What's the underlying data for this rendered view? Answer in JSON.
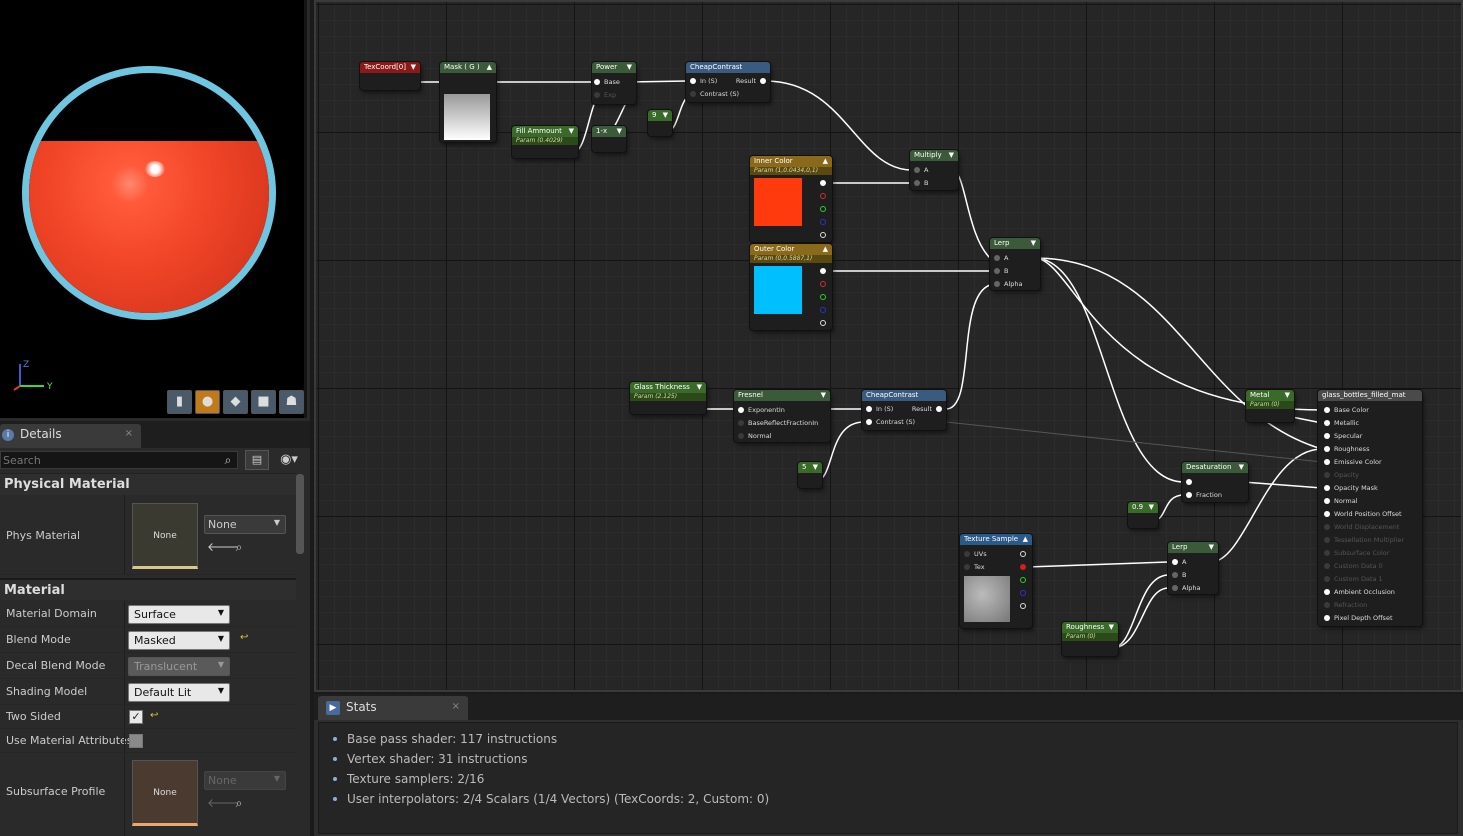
{
  "viewport": {
    "axis_labels": {
      "z": "Z",
      "y": "Y"
    },
    "buttons": [
      {
        "name": "cylinder-preview-button",
        "icon": "cylinder-icon",
        "glyph": "▮"
      },
      {
        "name": "sphere-preview-button",
        "icon": "sphere-icon",
        "glyph": "●"
      },
      {
        "name": "plane-preview-button",
        "icon": "plane-icon",
        "glyph": "◆"
      },
      {
        "name": "cube-preview-button",
        "icon": "cube-icon",
        "glyph": "■"
      },
      {
        "name": "teapot-preview-button",
        "icon": "teapot-icon",
        "glyph": "☗"
      }
    ]
  },
  "details": {
    "tab_label": "Details",
    "tab_close": "×",
    "search_placeholder": "Search",
    "sections": {
      "physical_material": {
        "title": "Physical Material",
        "phys_material_label": "Phys Material",
        "thumb_label": "None",
        "value": "None"
      },
      "material": {
        "title": "Material",
        "material_domain": {
          "label": "Material Domain",
          "value": "Surface"
        },
        "blend_mode": {
          "label": "Blend Mode",
          "value": "Masked"
        },
        "decal_blend_mode": {
          "label": "Decal Blend Mode",
          "value": "Translucent"
        },
        "shading_model": {
          "label": "Shading Model",
          "value": "Default Lit"
        },
        "two_sided": {
          "label": "Two Sided",
          "checked": true,
          "mark": "✓"
        },
        "use_material_attributes": {
          "label": "Use Material Attributes",
          "checked": false
        },
        "subsurface_profile": {
          "label": "Subsurface Profile",
          "thumb_label": "None",
          "value": "None"
        }
      }
    }
  },
  "graph": {
    "nodes": {
      "texcoord": {
        "title": "TexCoord[0]"
      },
      "mask": {
        "title": "Mask ( G )"
      },
      "power": {
        "title": "Power",
        "pins": [
          "Base",
          "Exp"
        ]
      },
      "cheapcontrast1": {
        "title": "CheapContrast",
        "pins": [
          "In (S)",
          "Contrast (S)"
        ],
        "out": "Result"
      },
      "fill_ammount": {
        "title": "Fill Ammount",
        "sub": "Param (0.4029)"
      },
      "one_minus": {
        "title": "1-x"
      },
      "const9": {
        "title": "9"
      },
      "inner_color": {
        "title": "Inner Color",
        "sub": "Param (1,0.0434,0,1)",
        "swatch": "#ff3a0c"
      },
      "outer_color": {
        "title": "Outer Color",
        "sub": "Param (0,0.5887,1)",
        "swatch": "#00bfff"
      },
      "multiply": {
        "title": "Multiply",
        "pins": [
          "A",
          "B"
        ]
      },
      "lerp1": {
        "title": "Lerp",
        "pins": [
          "A",
          "B",
          "Alpha"
        ]
      },
      "glass_thickness": {
        "title": "Glass Thickness",
        "sub": "Param (2.125)"
      },
      "fresnel": {
        "title": "Fresnel",
        "pins": [
          "ExponentIn",
          "BaseReflectFractionIn",
          "Normal"
        ]
      },
      "cheapcontrast2": {
        "title": "CheapContrast",
        "pins": [
          "In (S)",
          "Contrast (S)"
        ],
        "out": "Result"
      },
      "const5": {
        "title": "5"
      },
      "metal": {
        "title": "Metal",
        "sub": "Param (0)"
      },
      "desaturation": {
        "title": "Desaturation",
        "pins": [
          "",
          "Fraction"
        ]
      },
      "const09": {
        "title": "0.9"
      },
      "texture_sample": {
        "title": "Texture Sample",
        "pins": [
          "UVs",
          "Tex"
        ]
      },
      "lerp2": {
        "title": "Lerp",
        "pins": [
          "A",
          "B",
          "Alpha"
        ]
      },
      "roughness": {
        "title": "Roughness",
        "sub": "Param (0)"
      },
      "result": {
        "title": "glass_bottles_filled_mat",
        "pins": [
          {
            "label": "Base Color",
            "active": true
          },
          {
            "label": "Metallic",
            "active": true
          },
          {
            "label": "Specular",
            "active": true
          },
          {
            "label": "Roughness",
            "active": true
          },
          {
            "label": "Emissive Color",
            "active": true
          },
          {
            "label": "Opacity",
            "active": false
          },
          {
            "label": "Opacity Mask",
            "active": true
          },
          {
            "label": "Normal",
            "active": true
          },
          {
            "label": "World Position Offset",
            "active": true
          },
          {
            "label": "World Displacement",
            "active": false
          },
          {
            "label": "Tessellation Multiplier",
            "active": false
          },
          {
            "label": "Subsurface Color",
            "active": false
          },
          {
            "label": "Custom Data 0",
            "active": false
          },
          {
            "label": "Custom Data 1",
            "active": false
          },
          {
            "label": "Ambient Occlusion",
            "active": true
          },
          {
            "label": "Refraction",
            "active": false
          },
          {
            "label": "Pixel Depth Offset",
            "active": true
          }
        ]
      }
    }
  },
  "stats": {
    "tab_label": "Stats",
    "tab_close": "×",
    "lines": [
      "Base pass shader: 117 instructions",
      "Vertex shader: 31 instructions",
      "Texture samplers: 2/16",
      "User interpolators: 2/4 Scalars (1/4 Vectors) (TexCoords: 2, Custom: 0)"
    ]
  }
}
